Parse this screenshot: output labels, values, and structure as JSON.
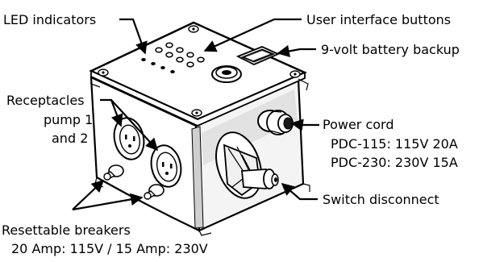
{
  "diagram": {
    "labels": {
      "led_indicators": "LED indicators",
      "user_interface_buttons": "User interface buttons",
      "battery_backup": "9-volt battery backup",
      "receptacles_line1": "Receptacles",
      "receptacles_line2": "pump 1",
      "receptacles_line3": "and 2",
      "power_cord": "Power cord",
      "power_cord_spec1": "PDC-115: 115V 20A",
      "power_cord_spec2": "PDC-230: 230V 15A",
      "switch_disconnect": "Switch disconnect",
      "breakers": "Resettable breakers",
      "breakers_spec": "20 Amp: 115V / 15 Amp: 230V"
    }
  }
}
